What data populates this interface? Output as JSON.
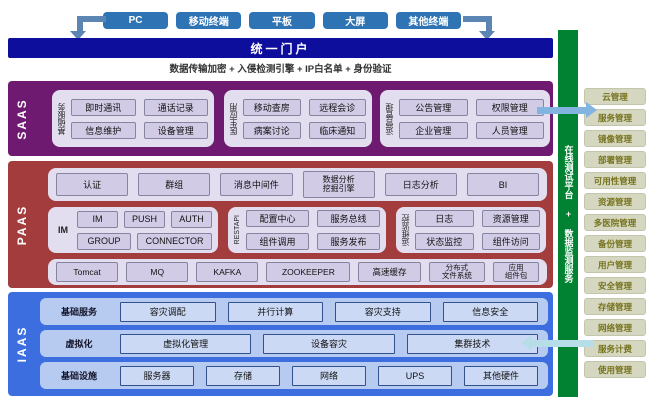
{
  "terminals": {
    "items": [
      "PC",
      "移动终端",
      "平板",
      "大屏",
      "其他终端"
    ]
  },
  "portal": {
    "title": "统一门户",
    "security": "数据传输加密 + 入侵检测引擎 + IP白名单 + 身份验证"
  },
  "layers": {
    "saas": {
      "label": "SAAS",
      "groups": [
        {
          "label": "基础服务",
          "items": [
            "即时通讯",
            "通话记录",
            "信息维护",
            "设备管理"
          ]
        },
        {
          "label": "医生应用",
          "items": [
            "移动查房",
            "远程会诊",
            "病案讨论",
            "临床通知"
          ]
        },
        {
          "label": "运营管理",
          "items": [
            "公告管理",
            "权限管理",
            "企业管理",
            "人员管理"
          ]
        }
      ]
    },
    "paas": {
      "label": "PAAS",
      "row1": [
        "认证",
        "群组",
        "消息中间件",
        "数据分析\n挖掘引擎",
        "日志分析",
        "BI"
      ],
      "im_group": {
        "label": "IM",
        "row1": [
          "IM",
          "PUSH",
          "AUTH"
        ],
        "row2": [
          "GROUP",
          "CONNECTOR"
        ]
      },
      "rest_group": {
        "label": "RESTAPI",
        "items": [
          "配置中心",
          "服务总线",
          "组件调用",
          "服务发布"
        ]
      },
      "ops_group": {
        "label": "运维监控",
        "items": [
          "日志",
          "资源管理",
          "状态监控",
          "组件访问"
        ]
      },
      "row3": [
        "Tomcat",
        "MQ",
        "KAFKA",
        "ZOOKEEPER",
        "高速缓存",
        "分布式\n文件系统",
        "应用\n组件包"
      ]
    },
    "iaas": {
      "label": "IAAS",
      "rows": [
        {
          "label": "基础服务",
          "items": [
            "容灾调配",
            "并行计算",
            "容灾支持",
            "信息安全"
          ]
        },
        {
          "label": "虚拟化",
          "items": [
            "虚拟化管理",
            "设备容灾",
            "集群技术"
          ]
        },
        {
          "label": "基础设施",
          "items": [
            "服务器",
            "存储",
            "网络",
            "UPS",
            "其他硬件"
          ]
        }
      ]
    }
  },
  "sidebar": {
    "bar_label": "在线测试平台 + 数据监测服务",
    "items": [
      "云管理",
      "服务管理",
      "镜像管理",
      "部署管理",
      "可用性管理",
      "资源管理",
      "多医院管理",
      "备份管理",
      "用户管理",
      "安全管理",
      "存储管理",
      "网络管理",
      "服务计费",
      "使用管理"
    ]
  },
  "colors": {
    "portal_navy": "#0e0e9c",
    "terminal_blue": "#2e74b5",
    "saas_purple": "#6e1a70",
    "paas_red": "#a33c3c",
    "iaas_blue": "#3c6ee0",
    "green_bar": "#008232",
    "sidebar_text_olive": "#76731c",
    "elbow_arrow_steel": "#5b86b4",
    "arrow_saas_to_sidebar": "#83b4e0",
    "arrow_sidebar_to_iaas": "#b7dde9"
  }
}
